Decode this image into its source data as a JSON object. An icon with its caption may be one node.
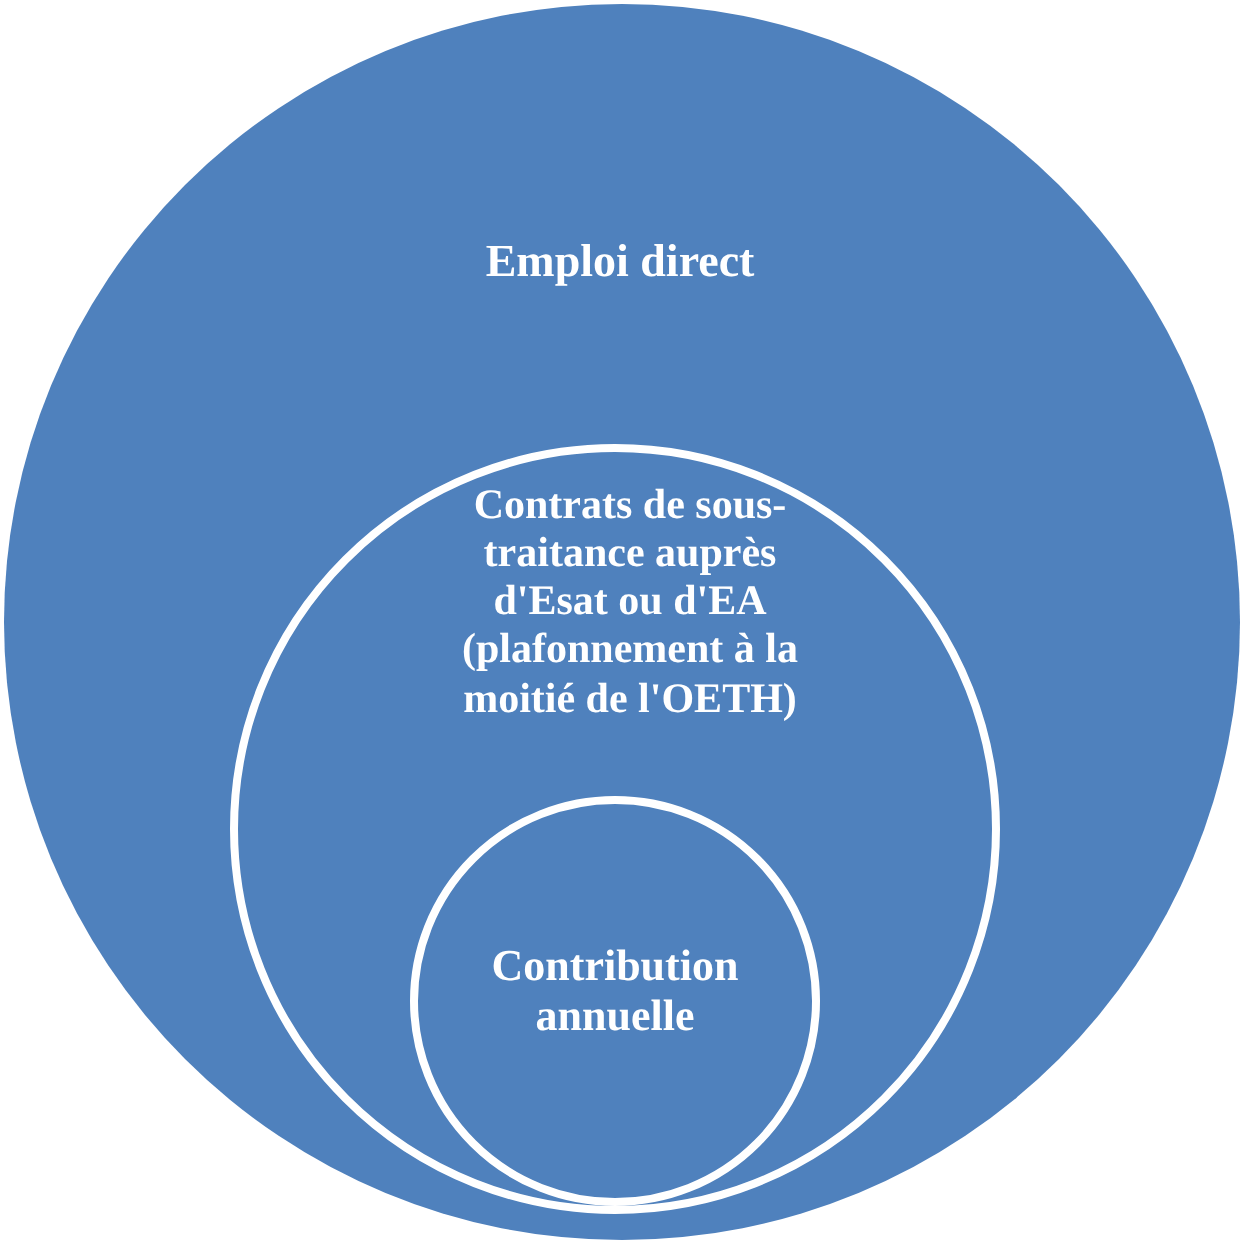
{
  "diagram": {
    "nodes": [
      {
        "text": [
          "Emploi direct"
        ]
      },
      {
        "text": [
          "Contrats de sous-traitance auprès d'Esat ou d'EA (plafonnement à la moitié de l'OETH)"
        ],
        "in": 0
      },
      {
        "text": [
          "Contribution annuelle"
        ],
        "in": 1
      }
    ]
  }
}
